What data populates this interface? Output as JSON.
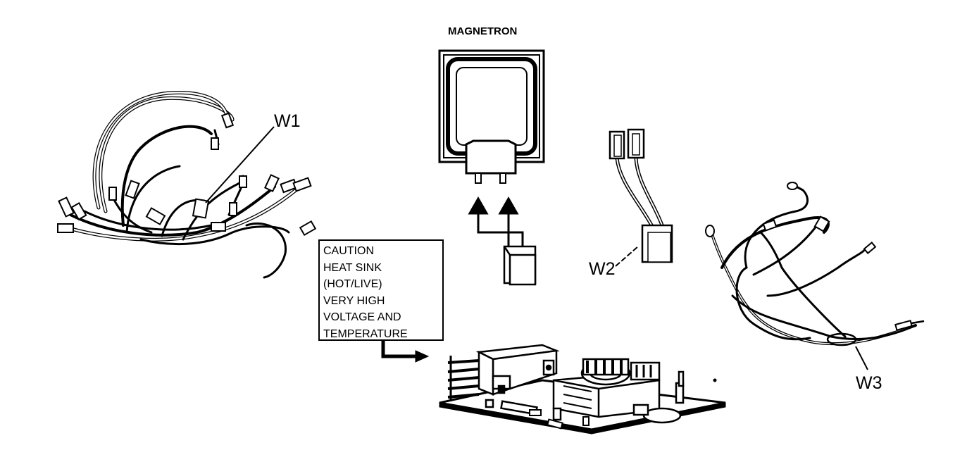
{
  "labels": {
    "magnetron": "MAGNETRON",
    "w1": "W1",
    "w2": "W2",
    "w3": "W3"
  },
  "caution": {
    "lines": [
      "CAUTION",
      "HEAT SINK",
      "(HOT/LIVE)",
      "VERY HIGH",
      "VOLTAGE AND",
      "TEMPERATURE"
    ]
  },
  "colors": {
    "ink": "#000000",
    "paper": "#ffffff"
  }
}
